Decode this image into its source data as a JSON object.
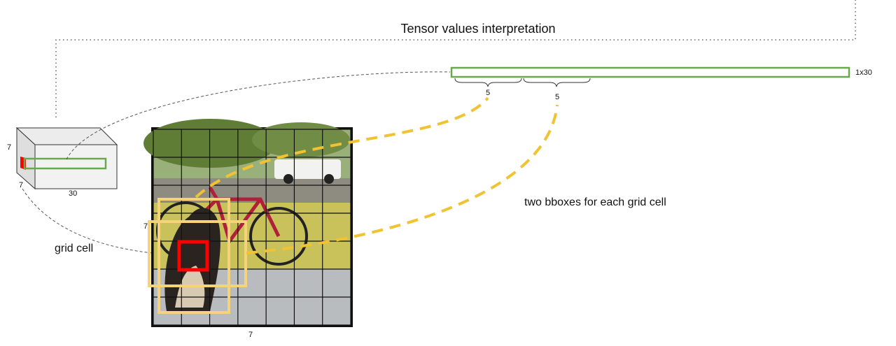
{
  "title": "Tensor values interpretation",
  "tensor": {
    "height_label": "7",
    "width_label": "7",
    "depth_label": "30"
  },
  "vector": {
    "size_label": "1x30",
    "segment1_label": "5",
    "segment2_label": "5"
  },
  "image_panel": {
    "grid_size": 7,
    "left_label": "7",
    "bottom_label": "7"
  },
  "labels": {
    "grid_cell": "grid cell",
    "two_bboxes": "two bboxes for each grid cell"
  },
  "colors": {
    "vector_stroke": "#6aa84f",
    "cell_highlight": "#ff0000",
    "bbox_stroke": "#f6d27a",
    "dashed_curve": "#f1c232",
    "leader_line": "#555555"
  }
}
